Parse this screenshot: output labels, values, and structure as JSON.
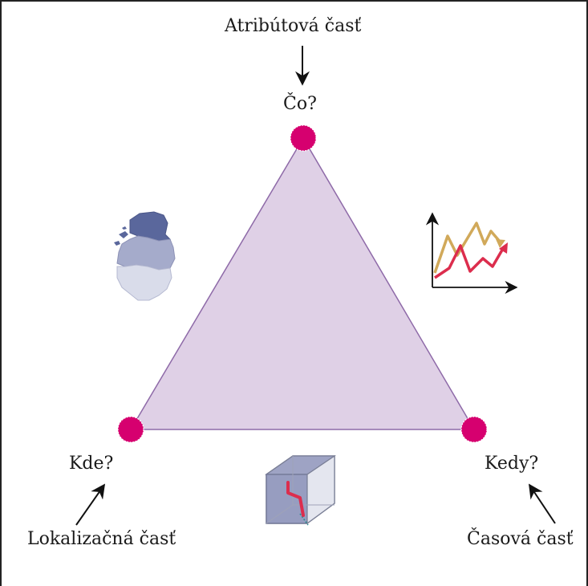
{
  "labels": {
    "top_part": "Atribútová časť",
    "top_question": "Čo?",
    "left_question": "Kde?",
    "left_part": "Lokalizačná časť",
    "right_question": "Kedy?",
    "right_part": "Časová časť"
  },
  "colors": {
    "triangle_fill": "#dfd0e6",
    "triangle_stroke": "#8e6aa8",
    "vertex": "#d6006f",
    "arrow": "#111111",
    "map_dark": "#5a679c",
    "map_mid": "#a5abcb",
    "map_light": "#d9dcea",
    "chart_gold": "#d1a95a",
    "chart_red": "#dc2d4d"
  },
  "icons": {
    "map": "map-regions-icon",
    "chart": "time-series-chart-icon",
    "cube": "space-time-cube-icon"
  }
}
